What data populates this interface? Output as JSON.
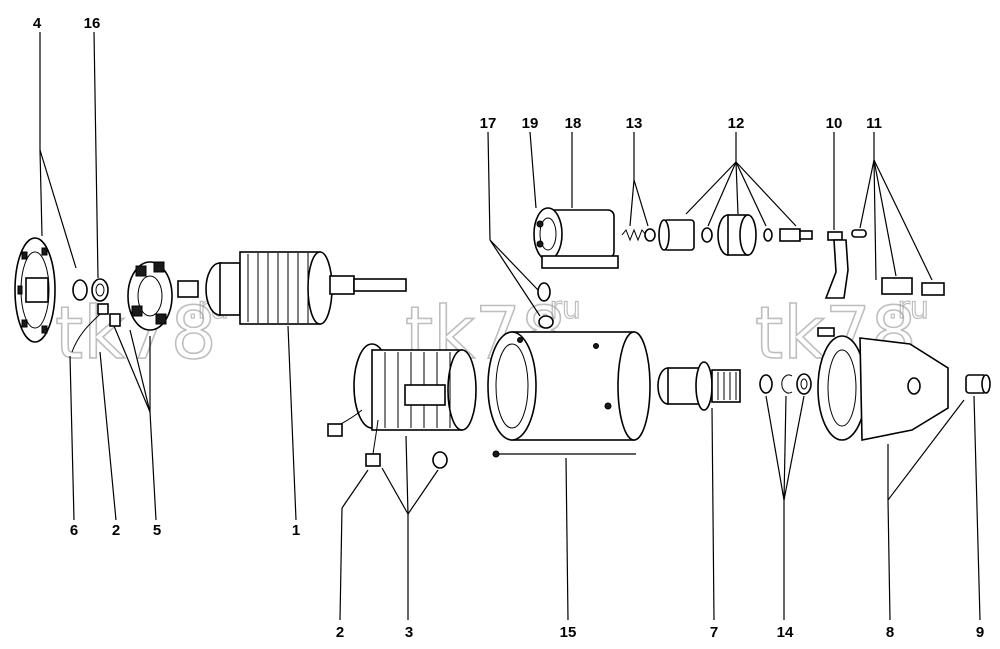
{
  "diagram": {
    "watermark": {
      "site": "tk78",
      "tld": ".ru"
    },
    "callouts": [
      {
        "id": "c4a",
        "label": "4"
      },
      {
        "id": "c16",
        "label": "16"
      },
      {
        "id": "c17",
        "label": "17"
      },
      {
        "id": "c19",
        "label": "19"
      },
      {
        "id": "c18",
        "label": "18"
      },
      {
        "id": "c13",
        "label": "13"
      },
      {
        "id": "c12",
        "label": "12"
      },
      {
        "id": "c10",
        "label": "10"
      },
      {
        "id": "c11",
        "label": "11"
      },
      {
        "id": "c6",
        "label": "6"
      },
      {
        "id": "c2a",
        "label": "2"
      },
      {
        "id": "c5",
        "label": "5"
      },
      {
        "id": "c1",
        "label": "1"
      },
      {
        "id": "c2b",
        "label": "2"
      },
      {
        "id": "c3",
        "label": "3"
      },
      {
        "id": "c15",
        "label": "15"
      },
      {
        "id": "c7",
        "label": "7"
      },
      {
        "id": "c14",
        "label": "14"
      },
      {
        "id": "c8",
        "label": "8"
      },
      {
        "id": "c9",
        "label": "9"
      }
    ]
  }
}
